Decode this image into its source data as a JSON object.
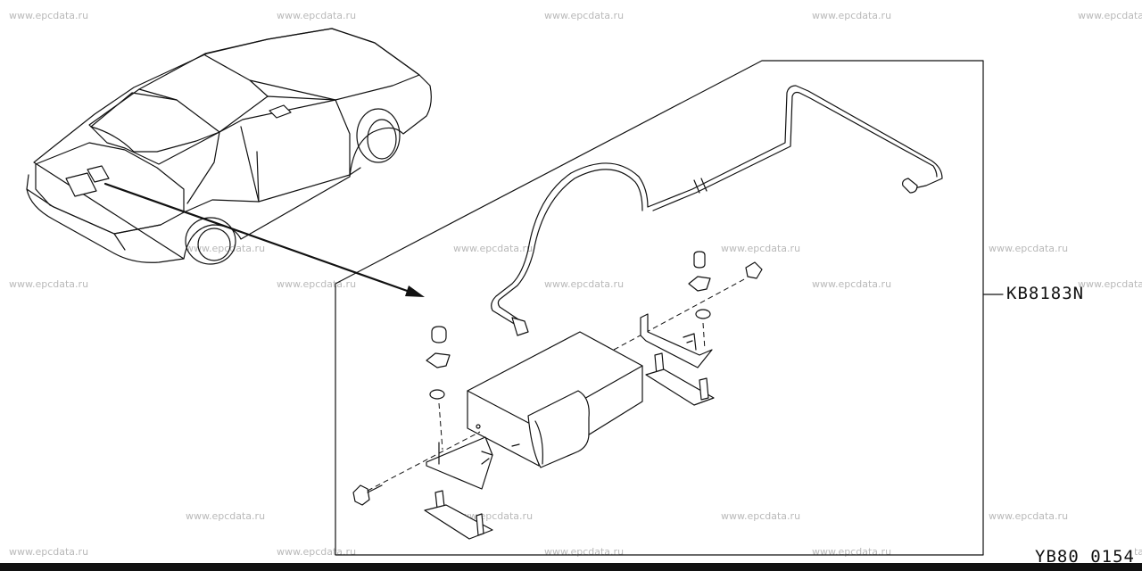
{
  "watermark": {
    "text": "www.epcdata.ru"
  },
  "callout": {
    "part_number": "KB8183N"
  },
  "footer": {
    "diagram_code": "YB80 0154"
  }
}
